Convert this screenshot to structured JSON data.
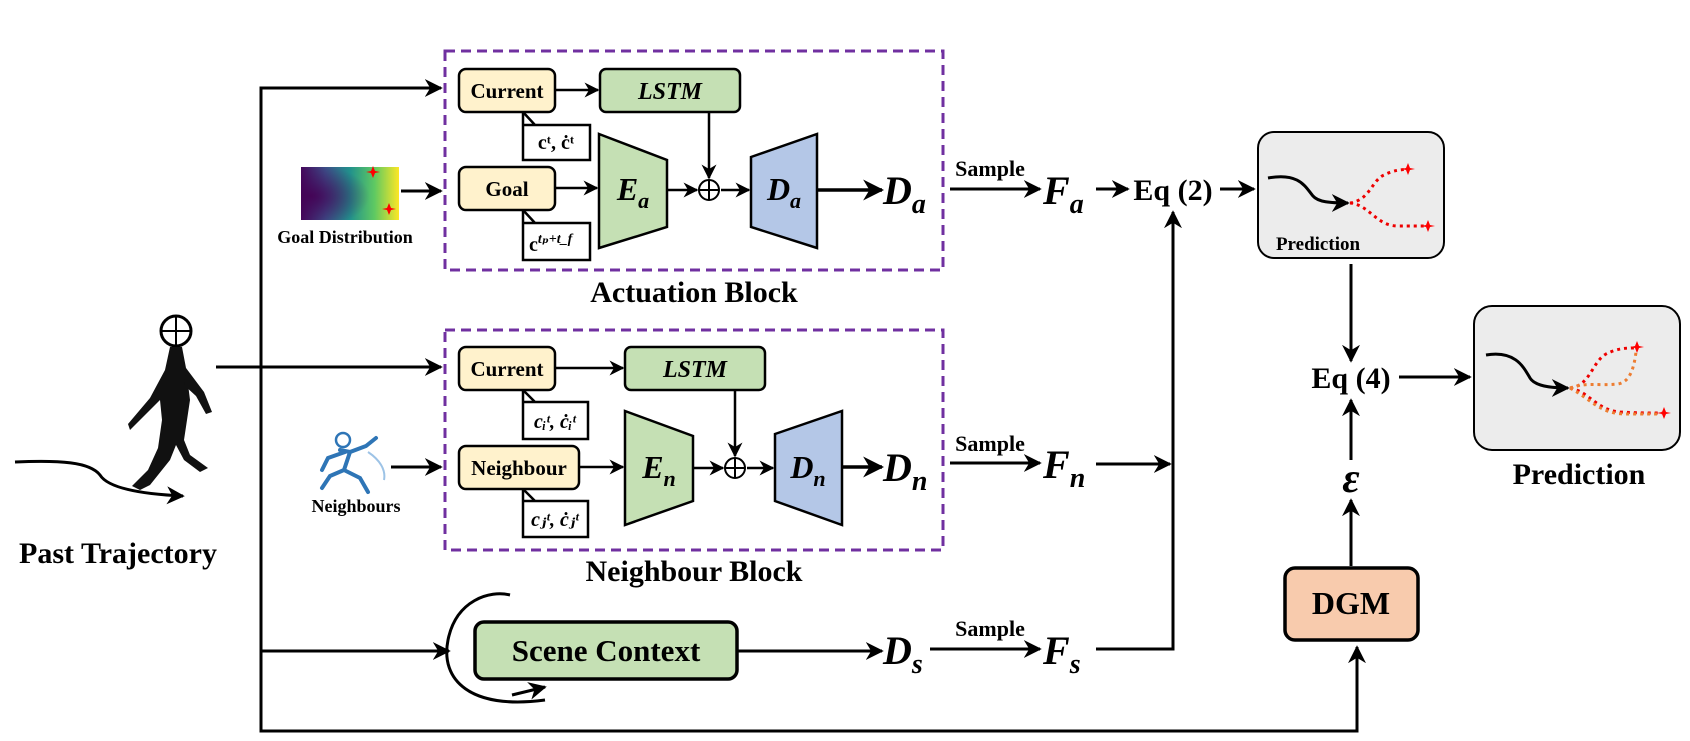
{
  "inputs": {
    "past_trajectory": "Past Trajectory",
    "goal_distribution": "Goal Distribution",
    "neighbours": "Neighbours"
  },
  "actuation_block": {
    "title": "Actuation Block",
    "current": "Current",
    "goal": "Goal",
    "current_tag": "cᵗ, ċᵗ",
    "goal_tag": "c",
    "goal_tag_sup": "tₚ+t_f",
    "lstm": "LSTM",
    "encoder": "E",
    "encoder_sub": "a",
    "decoder": "D",
    "decoder_sub": "a",
    "output": "D",
    "output_sub": "a"
  },
  "neighbour_block": {
    "title": "Neighbour Block",
    "current": "Current",
    "neighbour": "Neighbour",
    "current_tag": "cᵢᵗ, ċᵢᵗ",
    "neighbour_tag": "cⱼᵗ, ċⱼᵗ",
    "lstm": "LSTM",
    "encoder": "E",
    "encoder_sub": "n",
    "decoder": "D",
    "decoder_sub": "n",
    "output": "D",
    "output_sub": "n"
  },
  "scene": {
    "label": "Scene Context",
    "output": "D",
    "output_sub": "s"
  },
  "sampling": {
    "label": "Sample",
    "fa": "F",
    "fa_sub": "a",
    "fn": "F",
    "fn_sub": "n",
    "fs": "F",
    "fs_sub": "s"
  },
  "equations": {
    "eq2": "Eq (2)",
    "eq4": "Eq (4)",
    "epsilon": "ε"
  },
  "dgm": {
    "label": "DGM"
  },
  "prediction": {
    "small_label": "Prediction",
    "large_label": "Prediction"
  },
  "colors": {
    "block_border": "#7030a0",
    "input_box": "#fff2cc",
    "encoder_fill": "#c5e0b4",
    "decoder_fill": "#b4c7e7",
    "dgm_fill": "#f8cbad",
    "prediction_bg": "#ececec",
    "dotted_red": "#ee0000",
    "dotted_orange": "#ed7d31"
  }
}
